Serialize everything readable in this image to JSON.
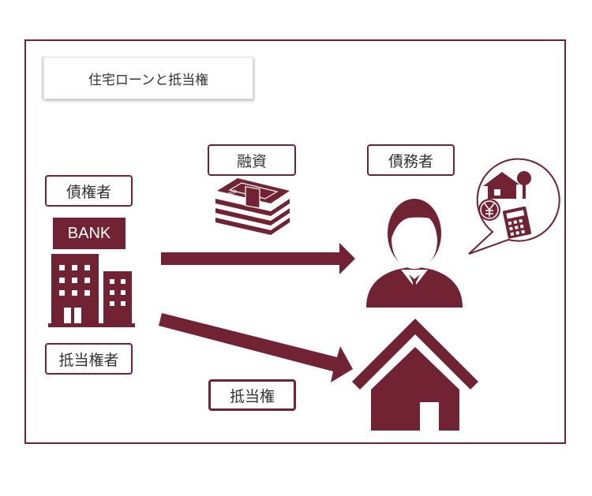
{
  "title": "住宅ローンと抵当権",
  "creditor_label": "債権者",
  "bank_label": "BANK",
  "mortgagee_label": "抵当権者",
  "financing_label": "融資",
  "debtor_label": "債務者",
  "mortgage_label": "抵当権",
  "money_band_text": "10000",
  "colors": {
    "accent": "#722333"
  }
}
